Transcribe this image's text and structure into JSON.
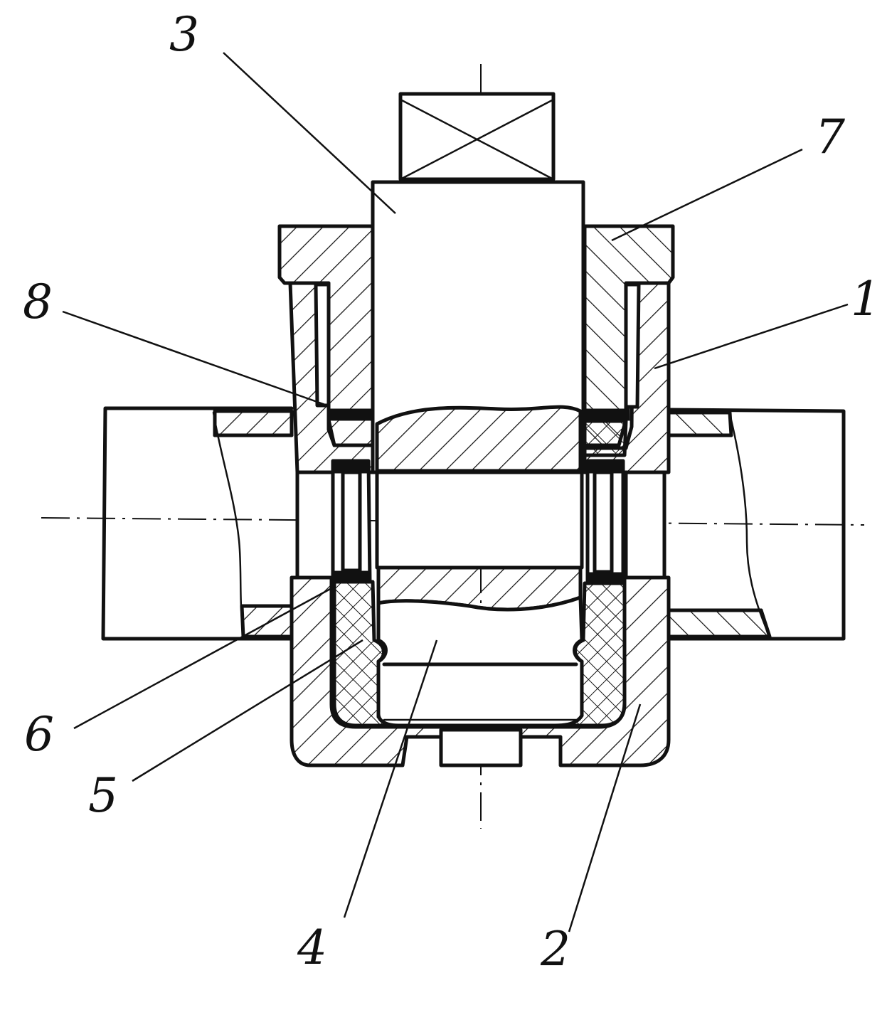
{
  "figure": {
    "part_labels": [
      {
        "id": "label-3",
        "text": "3"
      },
      {
        "id": "label-7",
        "text": "7"
      },
      {
        "id": "label-8",
        "text": "8"
      },
      {
        "id": "label-1",
        "text": "1"
      },
      {
        "id": "label-6",
        "text": "6"
      },
      {
        "id": "label-5",
        "text": "5"
      },
      {
        "id": "label-4",
        "text": "4"
      },
      {
        "id": "label-2",
        "text": "2"
      }
    ]
  }
}
